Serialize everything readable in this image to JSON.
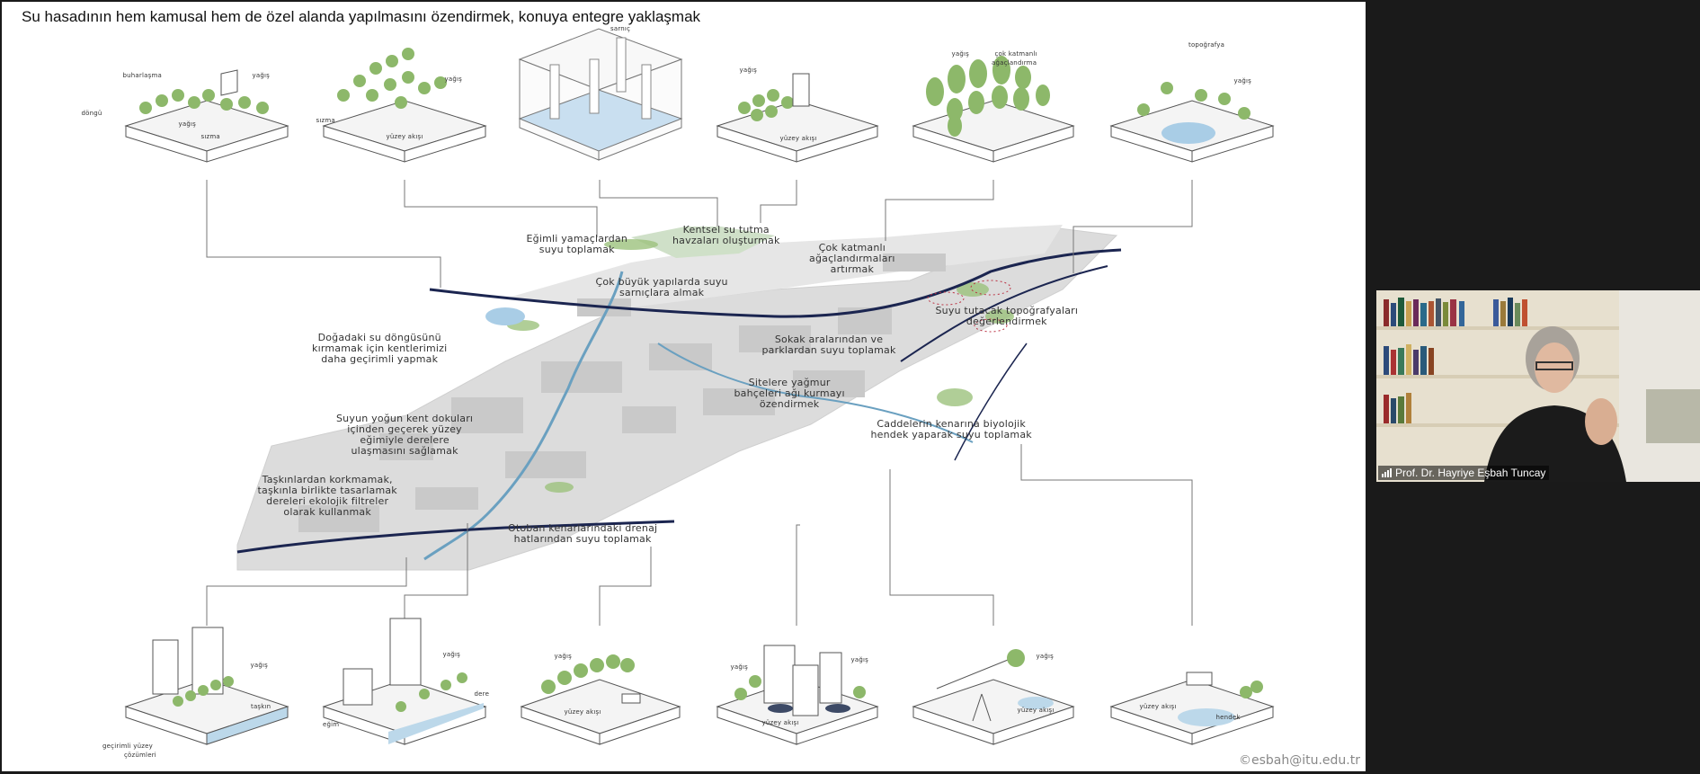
{
  "slide": {
    "title": "Su hasadının hem kamusal hem de özel alanda yapılmasını özendirmek, konuya entegre yaklaşmak",
    "copyright": "©esbah@itu.edu.tr",
    "top_icons": [
      {
        "labels": [
          "buharlaşma",
          "yağış",
          "döngü",
          "yağış",
          "sızma"
        ]
      },
      {
        "labels": [
          "yağış",
          "sızma",
          "yüzey akışı"
        ]
      },
      {
        "labels": [
          "sarnıç"
        ]
      },
      {
        "labels": [
          "yağış",
          "yüzey akışı"
        ]
      },
      {
        "labels": [
          "yağış",
          "çok katmanlı",
          "ağaçlandırma"
        ]
      },
      {
        "labels": [
          "topoğrafya",
          "yağış"
        ]
      }
    ],
    "bottom_icons": [
      {
        "labels": [
          "yağış",
          "taşkın",
          "geçirimli yüzey",
          "çözümleri"
        ]
      },
      {
        "labels": [
          "yağış",
          "dere",
          "eğim"
        ]
      },
      {
        "labels": [
          "yağış",
          "yüzey akışı"
        ]
      },
      {
        "labels": [
          "yağış",
          "yağış",
          "yüzey akışı"
        ]
      },
      {
        "labels": [
          "yağış",
          "yüzey akışı"
        ]
      },
      {
        "labels": [
          "yüzey akışı",
          "hendek"
        ]
      }
    ],
    "callouts": {
      "egimli": "Eğimli yamaçlardan\nsuyu toplamak",
      "kentsel": "Kentsel su tutma\nhavzaları oluşturmak",
      "cok_katmanli": "Çok katmanlı\nağaçlandırmaları\nartırmak",
      "cok_buyuk": "Çok büyük yapılarda suyu\nsarnıçlara almak",
      "suyu_tutacak": "Suyu tutacak topoğrafyaları\ndeğerlendirmek",
      "dogadaki": "Doğadaki su döngüsünü\nkırmamak için kentlerimizi\ndaha geçirimli yapmak",
      "sokak": "Sokak aralarından ve\nparklardan suyu toplamak",
      "sitelere": "Sitelere yağmur\nbahçeleri ağı kurmayı\nözendirmek",
      "suyun": "Suyun yoğun kent dokuları\niçinden geçerek yüzey\neğimiyle derelere\nulaşmasını sağlamak",
      "caddelerin": "Caddelerin kenarına biyolojik\nhendek yaparak suyu toplamak",
      "taskinlardan": "Taşkınlardan korkmamak,\ntaşkınla birlikte tasarlamak\ndereleri ekolojik filtreler\nolarak kullanmak",
      "otoban": "Otoban kenarlarındaki drenaj\nhatlarından suyu toplamak"
    }
  },
  "participant": {
    "name": "Prof. Dr. Hayriye Eşbah Tuncay",
    "signal_icon": "signal-bars-icon"
  },
  "colors": {
    "tree": "#8db86a",
    "water": "#bcd8ea",
    "line": "#777777",
    "road": "#1b2550"
  }
}
